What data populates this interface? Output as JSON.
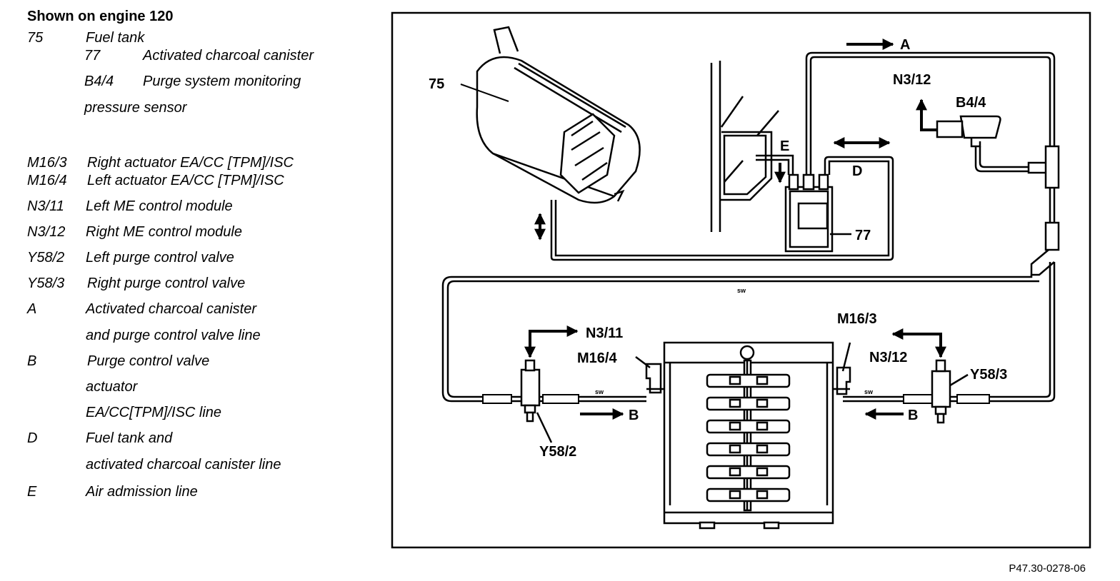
{
  "legend": {
    "title": "Shown on engine 120",
    "items": [
      {
        "code": "75",
        "text": "Fuel tank"
      },
      {
        "code": "77",
        "text": "Activated charcoal canister"
      },
      {
        "code": "B4/4",
        "text": "Purge system monitoring"
      },
      {
        "code": "",
        "text": "pressure sensor"
      },
      {
        "code": "M16/3",
        "text": "Right actuator EA/CC [TPM]/ISC"
      },
      {
        "code": "M16/4",
        "text": "Left actuator EA/CC [TPM]/ISC"
      },
      {
        "code": "N3/11",
        "text": "Left ME control module"
      },
      {
        "code": "N3/12",
        "text": "Right ME control module"
      },
      {
        "code": "Y58/2",
        "text": "Left purge control valve"
      },
      {
        "code": "Y58/3",
        "text": "Right purge control valve"
      },
      {
        "code": "A",
        "text": "Activated charcoal canister"
      },
      {
        "code": "",
        "text": "and purge control valve line"
      },
      {
        "code": "B",
        "text": "Purge control valve"
      },
      {
        "code": "",
        "text": "actuator"
      },
      {
        "code": "",
        "text": "EA/CC[TPM]/ISC line"
      },
      {
        "code": "D",
        "text": "Fuel tank and"
      },
      {
        "code": "",
        "text": "activated charcoal canister line"
      },
      {
        "code": "E",
        "text": "Air admission line"
      }
    ]
  },
  "diagram": {
    "labels": {
      "l75": "75",
      "l77": "77",
      "lA": "A",
      "lB_left": "B",
      "lB_right": "B",
      "lD": "D",
      "lE": "E",
      "lB44": "B4/4",
      "lN312_top": "N3/12",
      "lN312_bottom": "N3/12",
      "lN311": "N3/11",
      "lM164": "M16/4",
      "lM163": "M16/3",
      "lY582": "Y58/2",
      "lY583": "Y58/3",
      "sw1": "sw",
      "sw2": "sw",
      "sw3": "sw"
    }
  },
  "figure_ref": "P47.30-0278-06"
}
